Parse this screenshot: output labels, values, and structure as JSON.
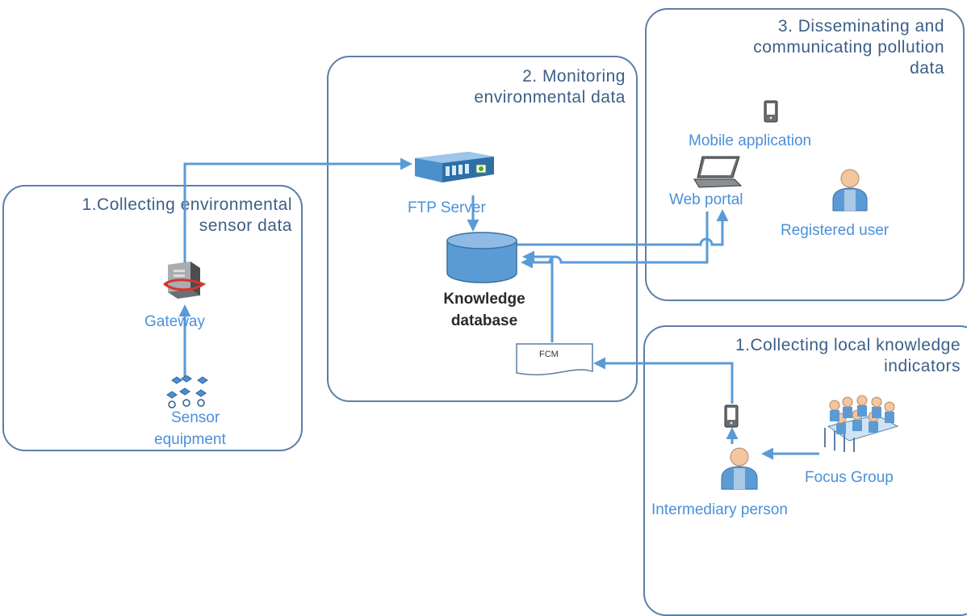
{
  "panels": {
    "collect_sensor": {
      "title_line1": "1.Collecting environmental",
      "title_line2": "sensor data"
    },
    "monitoring": {
      "title_line1": "2. Monitoring",
      "title_line2": "environmental data"
    },
    "disseminating": {
      "title_line1": "3. Disseminating and",
      "title_line2": "communicating pollution",
      "title_line3": "data"
    },
    "collect_local": {
      "title_line1": "1.Collecting local knowledge",
      "title_line2": "indicators"
    }
  },
  "nodes": {
    "gateway": "Gateway",
    "sensor_line1": "Sensor",
    "sensor_line2": "equipment",
    "ftp_server": "FTP Server",
    "kdb_line1": "Knowledge",
    "kdb_line2": "database",
    "fcm": "FCM",
    "mobile_app": "Mobile application",
    "web_portal": "Web portal",
    "registered_user": "Registered user",
    "focus_group": "Focus Group",
    "intermediary": "Intermediary person"
  },
  "colors": {
    "border": "#5b7fa6",
    "title": "#3c5f87",
    "label": "#4a90d9",
    "arrow": "#5b9bd5"
  },
  "icons": [
    "gateway-icon",
    "sensor-equipment-icon",
    "ftp-server-icon",
    "database-icon",
    "document-icon",
    "mobile-phone-icon",
    "laptop-icon",
    "user-icon",
    "group-icon"
  ]
}
